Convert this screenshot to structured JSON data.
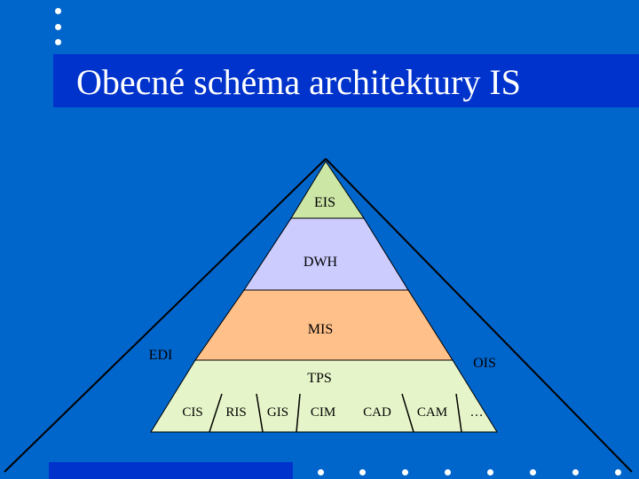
{
  "slide": {
    "title": "Obecné schéma architektury IS"
  },
  "pyramid": {
    "levels": {
      "eis": "EIS",
      "dwh": "DWH",
      "mis": "MIS",
      "tps": "TPS"
    },
    "side_labels": {
      "left": "EDI",
      "right": "OIS"
    },
    "subsystems": [
      "CIS",
      "RIS",
      "GIS",
      "CIM",
      "CAD",
      "CAM",
      "…"
    ]
  },
  "colors": {
    "background": "#0066cc",
    "title_bar": "#0033cc",
    "eis": "#cce6a6",
    "dwh": "#ccccff",
    "mis": "#ffc08a",
    "tps": "#e6f5c9"
  }
}
